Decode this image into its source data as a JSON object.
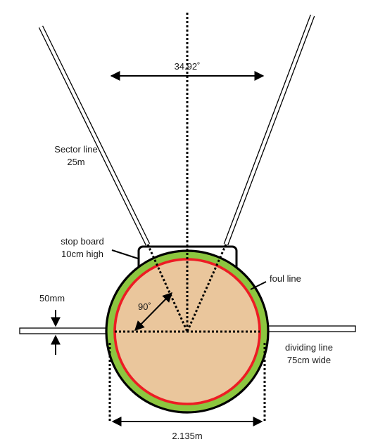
{
  "labels": {
    "angle_sector": "34.92˚",
    "sector_line_1": "Sector line",
    "sector_line_2": "25m",
    "stop_board_1": "stop board",
    "stop_board_2": "10cm high",
    "foul_line": "foul line",
    "line_width": "50mm",
    "right_angle": "90˚",
    "dividing_line_1": "dividing line",
    "dividing_line_2": "75cm wide",
    "diameter": "2.135m"
  },
  "colors": {
    "circle_fill": "#eac69c",
    "band": "#8cc63f",
    "inner_ring": "#ed1c24",
    "ink": "#000000"
  }
}
